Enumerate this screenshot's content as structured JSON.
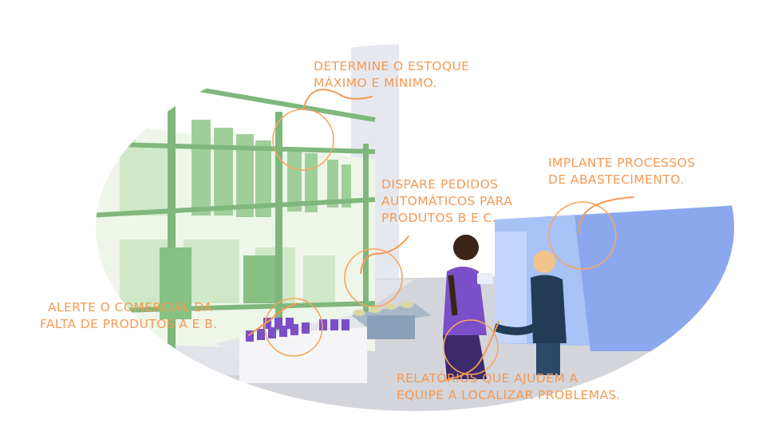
{
  "callouts": {
    "stock_limits": [
      "DETERMINE O ESTOQUE",
      "MÁXIMO E MÍNIMO."
    ],
    "supply_processes": [
      "IMPLANTE PROCESSOS",
      "DE ABASTECIMENTO."
    ],
    "auto_orders": [
      "DISPARE PEDIDOS",
      "AUTOMÁTICOS PARA",
      "PRODUTOS B E C."
    ],
    "sales_alert": [
      "ALERTE O COMERCIAL DA",
      "FALTA DE PRODUTOS A E B."
    ],
    "reports": [
      "RELATÓRIOS QUE AJUDEM A",
      "EQUIPE A LOCALIZAR PROBLEMAS."
    ]
  },
  "colors": {
    "accent": "#f49a54",
    "shelf_green": "#79b47a",
    "wall_blue": "#a8c2f5",
    "product_purple": "#7b4fc8"
  }
}
